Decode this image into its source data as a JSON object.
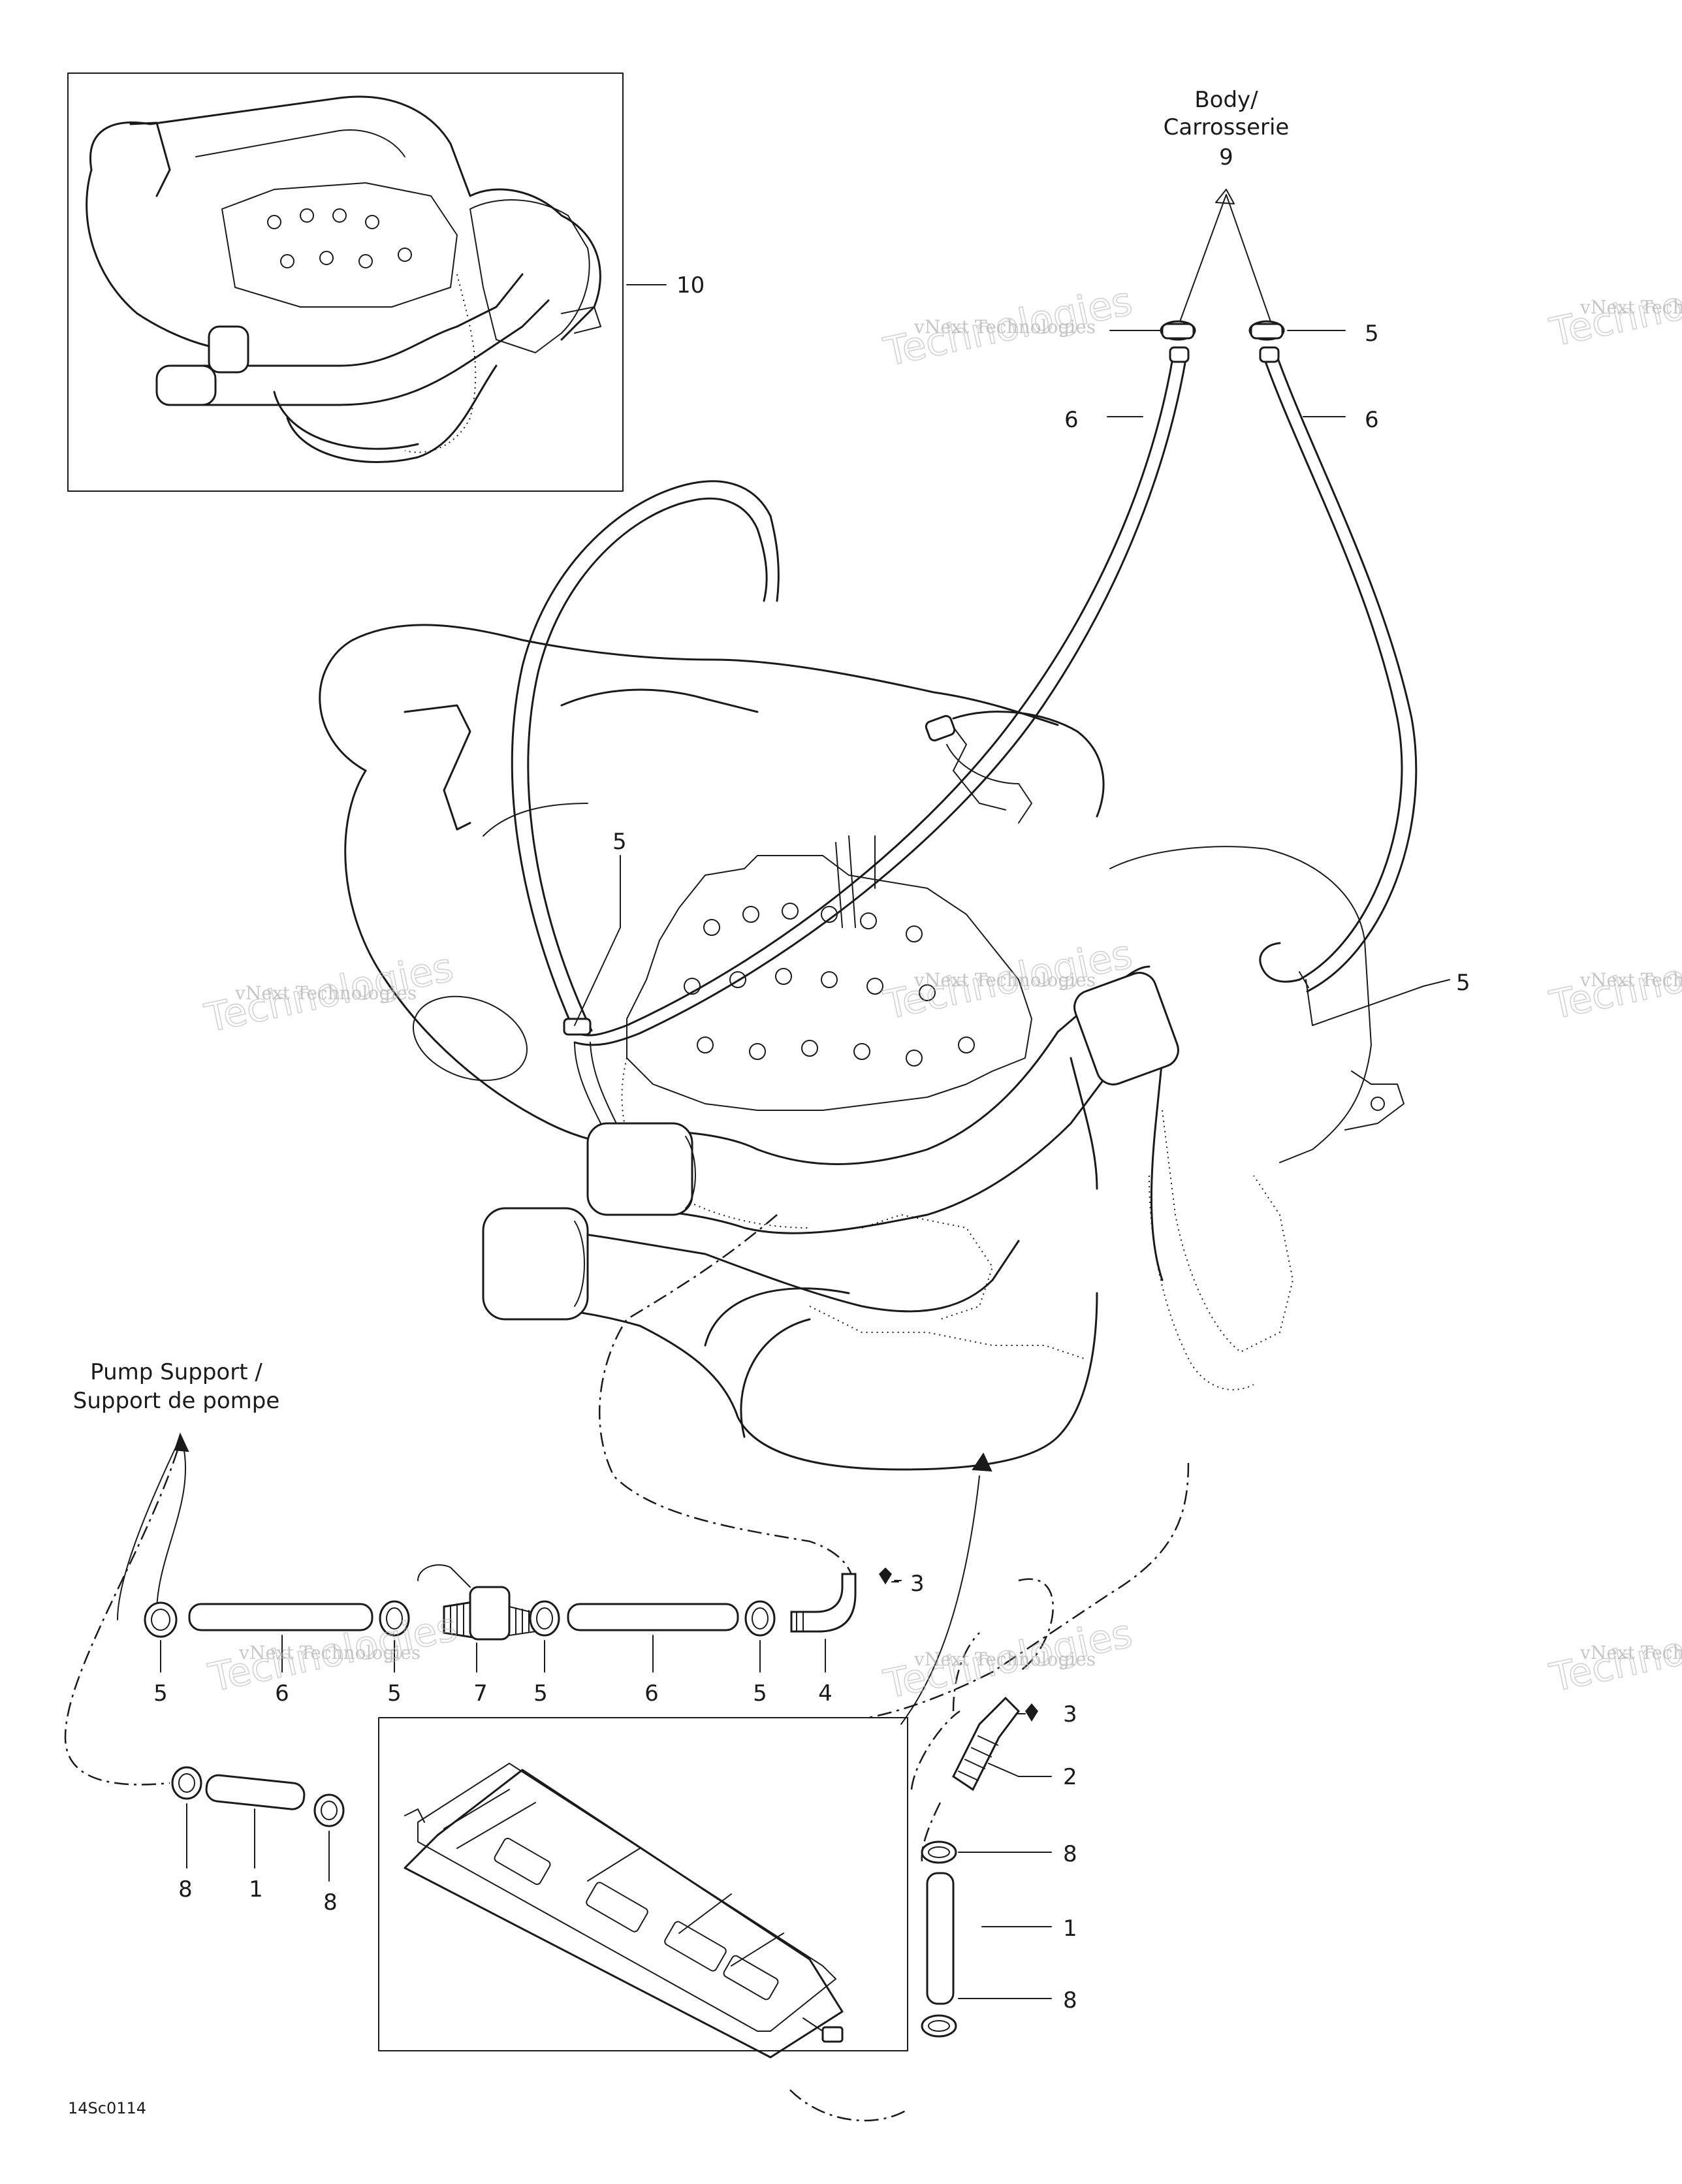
{
  "callouts": {
    "body_title_1": "Body/",
    "body_title_2": "Carrosserie",
    "body_ref": "9",
    "pump_title_1": "Pump Support /",
    "pump_title_2": "Support de pompe",
    "ref_10": "10",
    "ref_5_top_right": "5",
    "ref_6_top_left": "6",
    "ref_6_top_right": "6",
    "ref_5_engine": "5",
    "ref_5_right": "5",
    "ref_3_upper": "3",
    "ref_3_lower": "3",
    "ref_2": "2",
    "ref_8_right_upper": "8",
    "ref_1_right": "1",
    "ref_8_right_lower": "8",
    "row_5_a": "5",
    "row_6_a": "6",
    "row_5_b": "5",
    "row_7": "7",
    "row_5_c": "5",
    "row_6_b": "6",
    "row_5_d": "5",
    "row_4": "4",
    "ref_8_left_a": "8",
    "ref_1_left": "1",
    "ref_8_left_b": "8"
  },
  "drawing_code": "14Sc0114",
  "watermark": {
    "line1": "vNext Technologies",
    "line2": "Technologies"
  }
}
